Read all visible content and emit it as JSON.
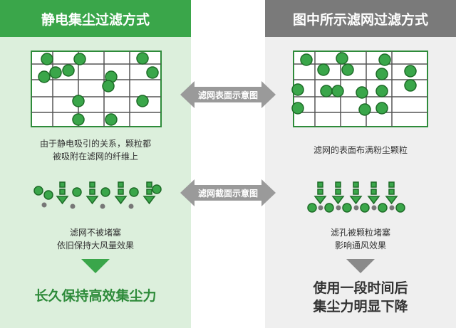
{
  "left": {
    "title": "静电集尘过滤方式",
    "desc1": "由于静电吸引的关系，颗粒都",
    "desc2": "被吸附在滤网的纤维上",
    "desc3": "滤网不被堵塞",
    "desc4": "依旧保持大风量效果",
    "conclusion": "长久保持高效集尘力"
  },
  "right": {
    "title": "图中所示滤网过滤方式",
    "desc1": "滤网的表面布满粉尘颗粒",
    "desc3": "滤孔被颗粒堵塞",
    "desc4": "影响通风效果",
    "conclusion1": "使用一段时间后",
    "conclusion2": "集尘力明显下降"
  },
  "arrows": {
    "surface": "滤网表面示意图",
    "section": "滤网截面示意图"
  },
  "colors": {
    "green_dark": "#2e8b3a",
    "green_header": "#3aa64a",
    "green_bg": "#dcefdc",
    "gray_header": "#7a7a7a",
    "gray_bg": "#efefef"
  }
}
